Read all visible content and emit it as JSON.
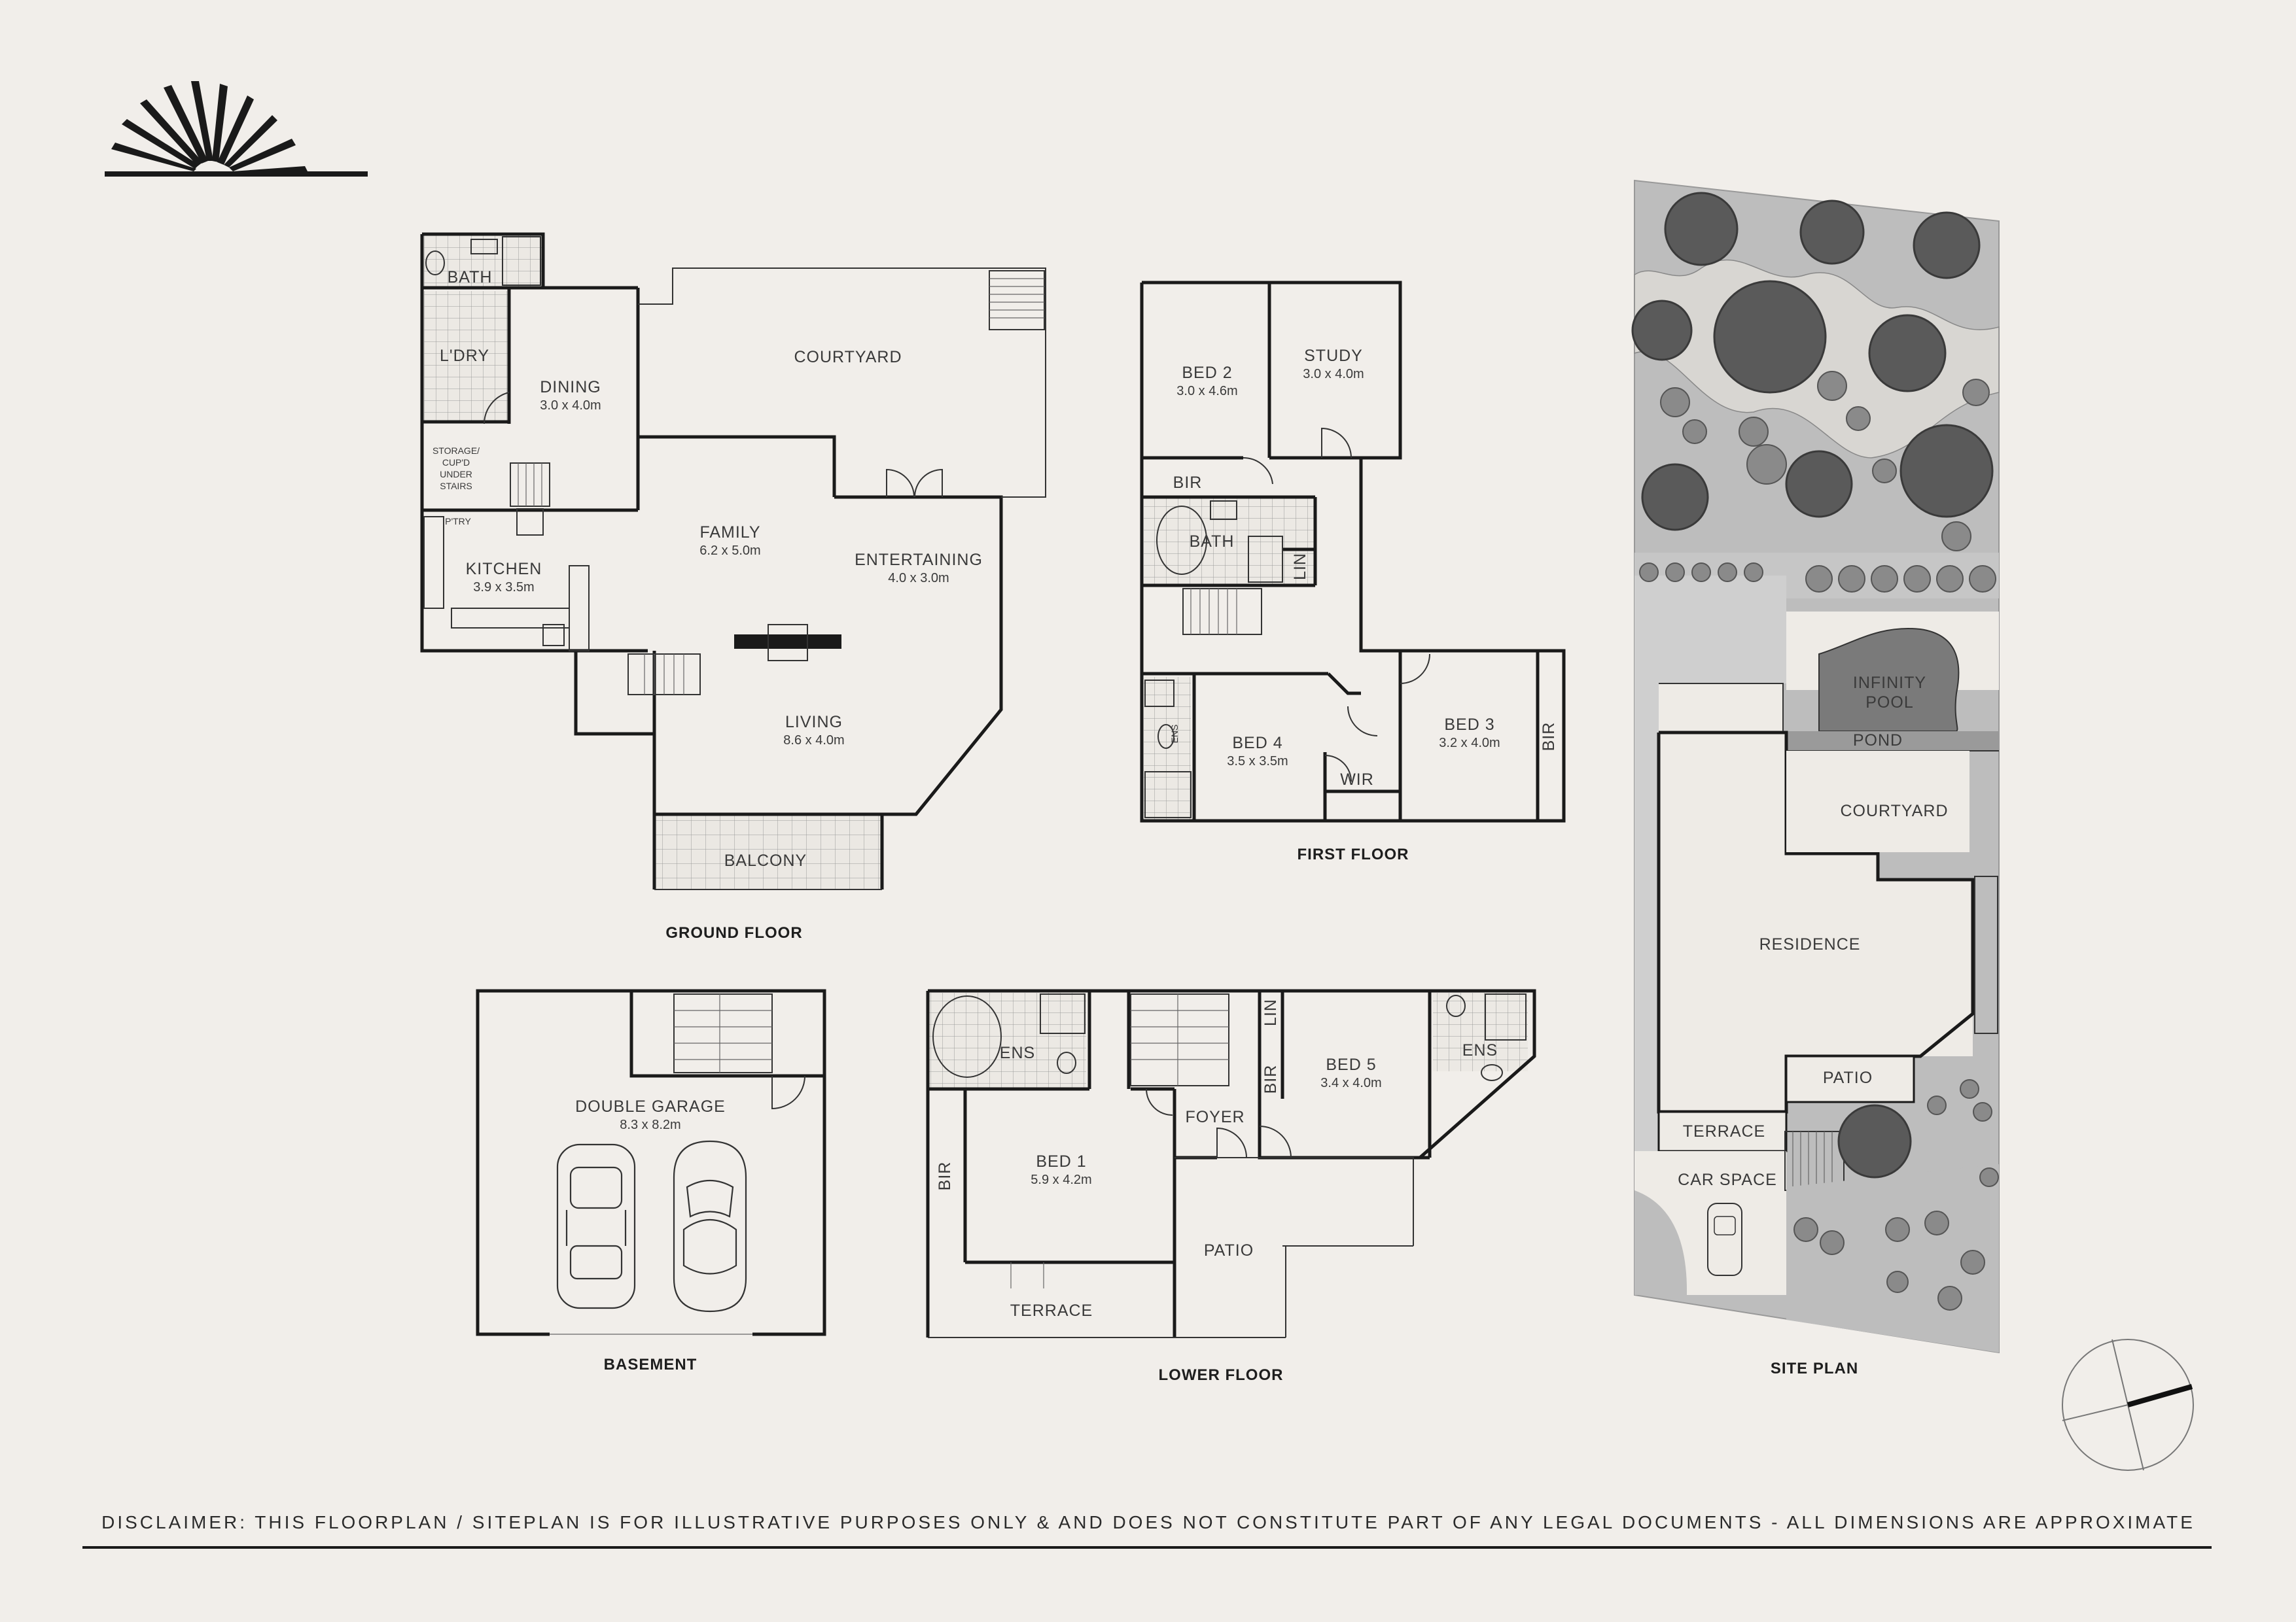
{
  "floors": {
    "ground": "GROUND FLOOR",
    "first": "FIRST FLOOR",
    "basement": "BASEMENT",
    "lower": "LOWER FLOOR",
    "site": "SITE PLAN"
  },
  "ground_floor": {
    "bath": "BATH",
    "ldry": "L'DRY",
    "dining": "DINING",
    "dining_dim": "3.0 x 4.0m",
    "courtyard": "COURTYARD",
    "storage_1": "STORAGE/",
    "storage_2": "CUP'D",
    "storage_3": "UNDER",
    "storage_4": "STAIRS",
    "ptry": "P'TRY",
    "family": "FAMILY",
    "family_dim": "6.2 x 5.0m",
    "entertaining": "ENTERTAINING",
    "entertaining_dim": "4.0 x 3.0m",
    "kitchen": "KITCHEN",
    "kitchen_dim": "3.9 x 3.5m",
    "living": "LIVING",
    "living_dim": "8.6 x 4.0m",
    "balcony": "BALCONY"
  },
  "first_floor": {
    "bed2": "BED 2",
    "bed2_dim": "3.0 x 4.6m",
    "study": "STUDY",
    "study_dim": "3.0 x 4.0m",
    "bir_top": "BIR",
    "bath": "BATH",
    "lin": "LIN",
    "ens": "ENS",
    "bed4": "BED 4",
    "bed4_dim": "3.5 x 3.5m",
    "wir": "WIR",
    "bed3": "BED 3",
    "bed3_dim": "3.2 x 4.0m",
    "bir_right": "BIR"
  },
  "basement": {
    "garage": "DOUBLE GARAGE",
    "garage_dim": "8.3 x 8.2m"
  },
  "lower_floor": {
    "ens_left": "ENS",
    "lin": "LIN",
    "bir_mid": "BIR",
    "bed5": "BED 5",
    "bed5_dim": "3.4 x 4.0m",
    "ens_right": "ENS",
    "foyer": "FOYER",
    "bir_left": "BIR",
    "bed1": "BED 1",
    "bed1_dim": "5.9 x 4.2m",
    "patio": "PATIO",
    "terrace": "TERRACE"
  },
  "site_plan": {
    "pool_1": "INFINITY",
    "pool_2": "POOL",
    "pond": "POND",
    "courtyard": "COURTYARD",
    "residence": "RESIDENCE",
    "patio": "PATIO",
    "terrace": "TERRACE",
    "car_space": "CAR SPACE"
  },
  "disclaimer": "DISCLAIMER: THIS FLOORPLAN / SITEPLAN IS FOR ILLUSTRATIVE PURPOSES ONLY & AND DOES NOT CONSTITUTE PART OF ANY LEGAL DOCUMENTS - ALL DIMENSIONS ARE APPROXIMATE",
  "colors": {
    "background": "#f1eeea",
    "walls": "#1a1a1a",
    "site_grey": "#bdbdbd",
    "pool": "#7a7a7a"
  },
  "icons": [
    "sunrise-logo-icon",
    "compass-icon",
    "car-icon",
    "tree-icon",
    "stairs-icon",
    "direction-arrow-icon"
  ]
}
